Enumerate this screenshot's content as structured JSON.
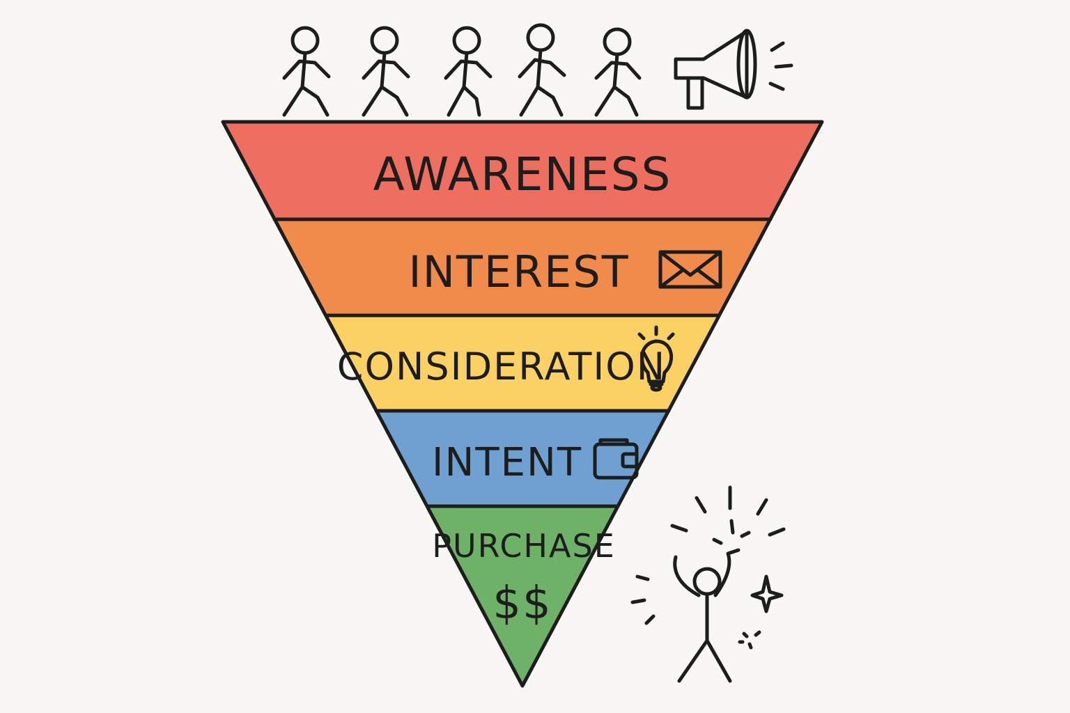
{
  "funnel": {
    "stages": [
      {
        "label": "AWARENESS",
        "color": "#ee6f5f",
        "icon": "people-icon"
      },
      {
        "label": "INTEREST",
        "color": "#f08b4c",
        "icon": "envelope-icon"
      },
      {
        "label": "CONSIDERATION",
        "color": "#fbd163",
        "icon": "lightbulb-icon"
      },
      {
        "label": "INTENT",
        "color": "#6ea1d2",
        "icon": "wallet-icon"
      },
      {
        "label": "PURCHASE",
        "color": "#6db266",
        "icon": "celebrating-person-icon",
        "sublabel": "$$"
      }
    ]
  },
  "decorations": {
    "top": "megaphone-icon",
    "people_count": 5
  }
}
